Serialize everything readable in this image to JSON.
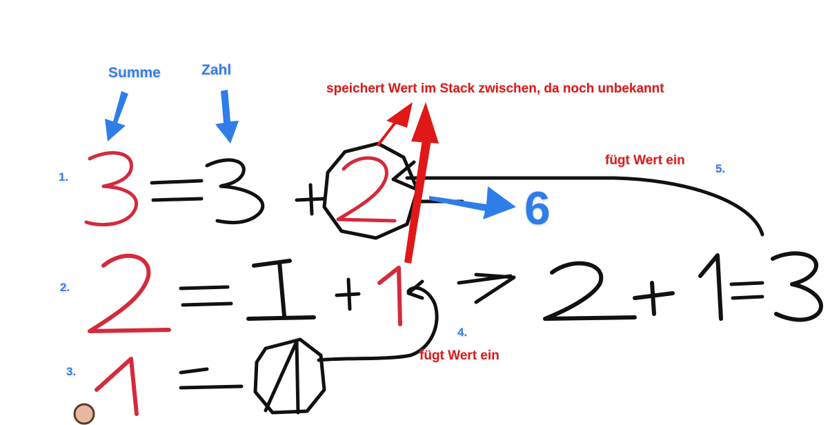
{
  "labels": {
    "summe": "Summe",
    "zahl": "Zahl",
    "speichert": "speichert Wert im Stack zwischen, da noch unbekannt",
    "fuegt_top": "fügt Wert ein",
    "fuegt_bottom": "fügt Wert ein",
    "result": "6"
  },
  "steps": [
    "1.",
    "2.",
    "3.",
    "4.",
    "5."
  ],
  "colors": {
    "annotation_blue": "#2f7de8",
    "annotation_red": "#e01818",
    "ink_black": "#111111",
    "ink_red": "#d42a3c"
  }
}
